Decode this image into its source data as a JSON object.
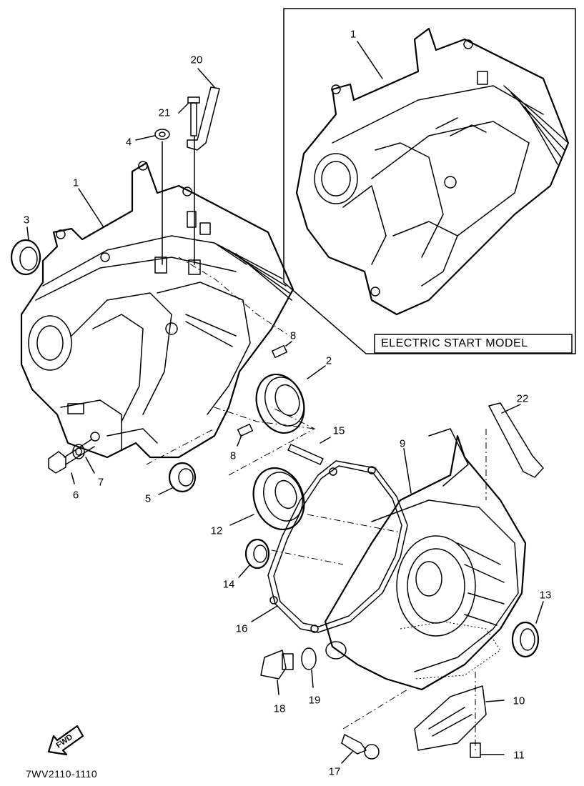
{
  "inset_label": "ELECTRIC START MODEL",
  "diagram_code": "7WV2110-1110",
  "fwd_label": "FWD",
  "callouts": {
    "c1_inset": "1",
    "c1": "1",
    "c2": "2",
    "c3": "3",
    "c4": "4",
    "c5": "5",
    "c6": "6",
    "c7": "7",
    "c8a": "8",
    "c8b": "8",
    "c9": "9",
    "c10": "10",
    "c11": "11",
    "c12": "12",
    "c13": "13",
    "c14": "14",
    "c15": "15",
    "c16": "16",
    "c17": "17",
    "c18": "18",
    "c19": "19",
    "c20": "20",
    "c21": "21",
    "c22": "22"
  }
}
